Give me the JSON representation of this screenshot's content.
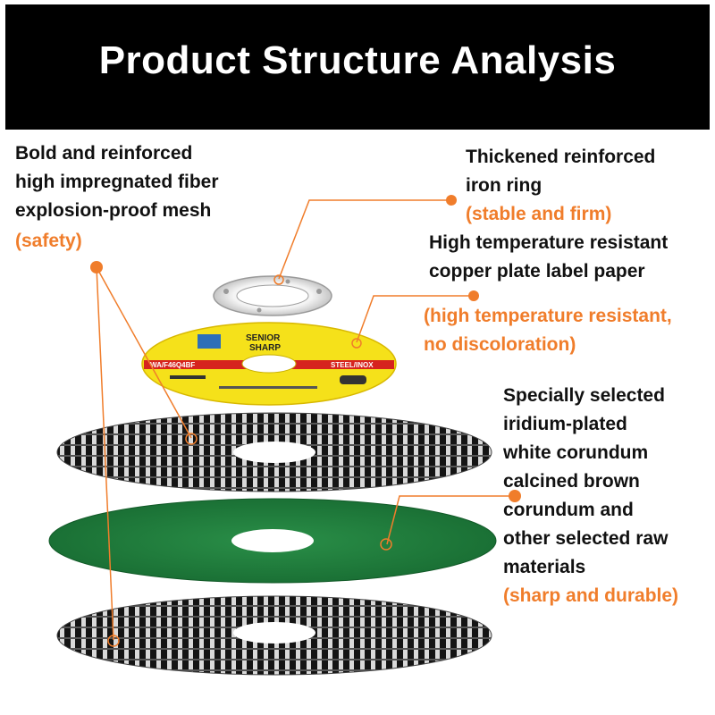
{
  "header": {
    "title": "Product Structure Analysis"
  },
  "callouts": {
    "mesh": {
      "lines": [
        "Bold and reinforced",
        "high impregnated fiber",
        "explosion-proof mesh"
      ],
      "note": "(safety)"
    },
    "ring": {
      "lines": [
        "Thickened reinforced",
        "iron ring"
      ],
      "note": "(stable and firm)"
    },
    "label": {
      "lines": [
        "High temperature resistant",
        "copper plate label paper"
      ],
      "note_lines": [
        "(high temperature resistant,",
        "no discoloration)"
      ]
    },
    "abrasive": {
      "lines": [
        "Specially selected",
        "iridium-plated",
        "white corundum",
        "calcined brown",
        "corundum and",
        "other selected raw",
        "materials"
      ],
      "note": "(sharp and durable)"
    }
  },
  "disc_label": {
    "brand": "SENIOR",
    "brand2": "SHARP",
    "model": "WA/F46Q4BF",
    "material": "STEEL/INOX"
  },
  "colors": {
    "accent": "#f07d2b",
    "header_bg": "#000000",
    "label_yellow": "#f5e11a",
    "abrasive_green": "#1f7d3c",
    "mesh_dark": "#1a1a1a"
  }
}
